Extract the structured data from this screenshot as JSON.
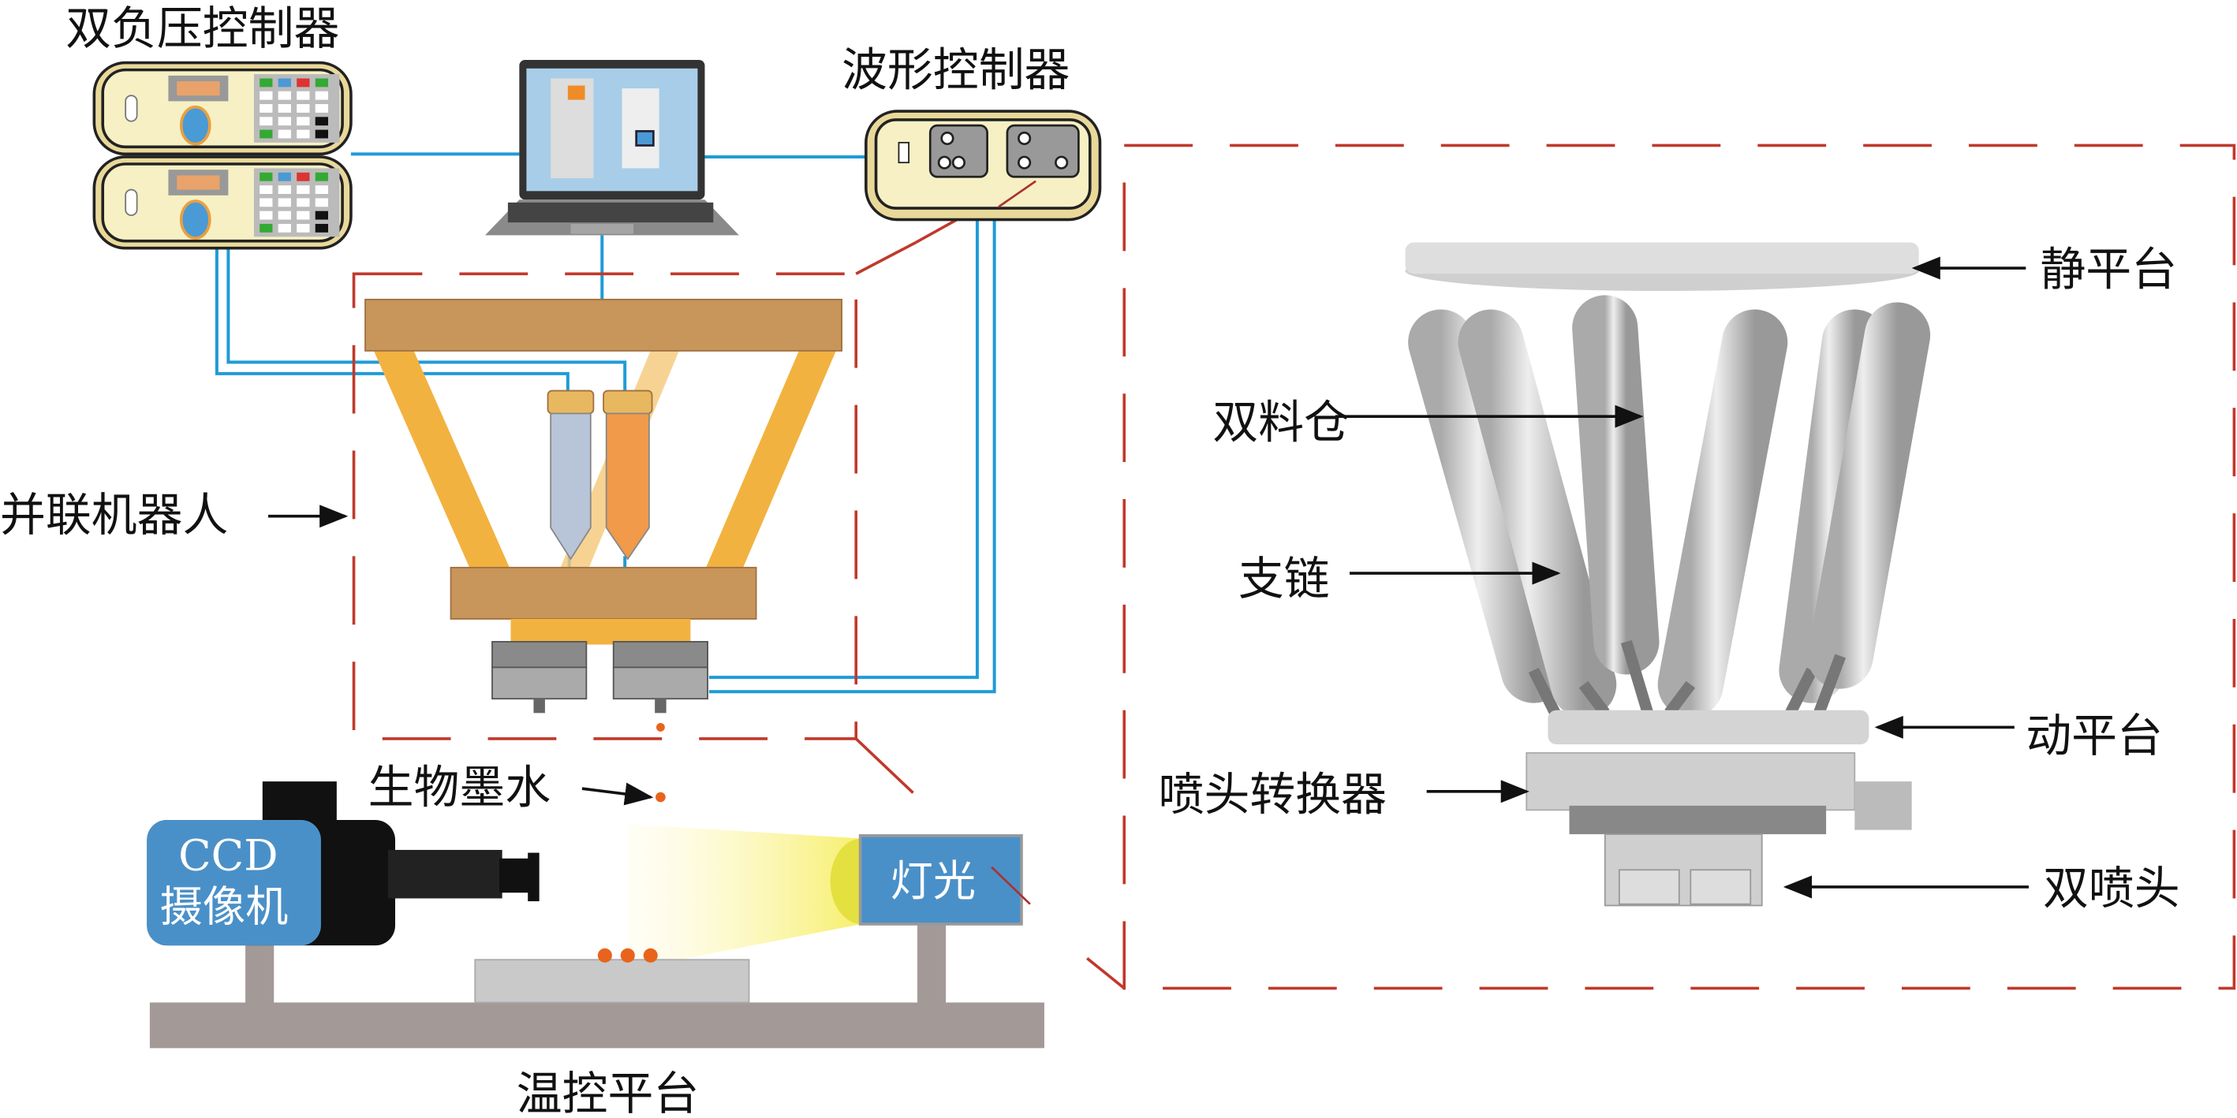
{
  "labels": {
    "dual_negative_pressure_controller": "双负压控制器",
    "waveform_controller": "波形控制器",
    "parallel_robot": "并联机器人",
    "bio_ink": "生物墨水",
    "ccd_line1": "CCD",
    "ccd_line2": "摄像机",
    "light": "灯光",
    "temperature_platform": "温控平台",
    "static_platform": "静平台",
    "dual_cartridge": "双料仓",
    "branch_chain": "支链",
    "moving_platform": "动平台",
    "nozzle_switcher": "喷头转换器",
    "dual_nozzle": "双喷头"
  },
  "colors": {
    "cable": "#1f9bd7",
    "dashed_frame": "#c0392b",
    "controller_fill": "#f6f0c4",
    "robot_plate": "#c8955a",
    "robot_leg": "#f2b240",
    "camera_blue": "#4a90c8",
    "light_yellow": "#f7ef6a"
  }
}
